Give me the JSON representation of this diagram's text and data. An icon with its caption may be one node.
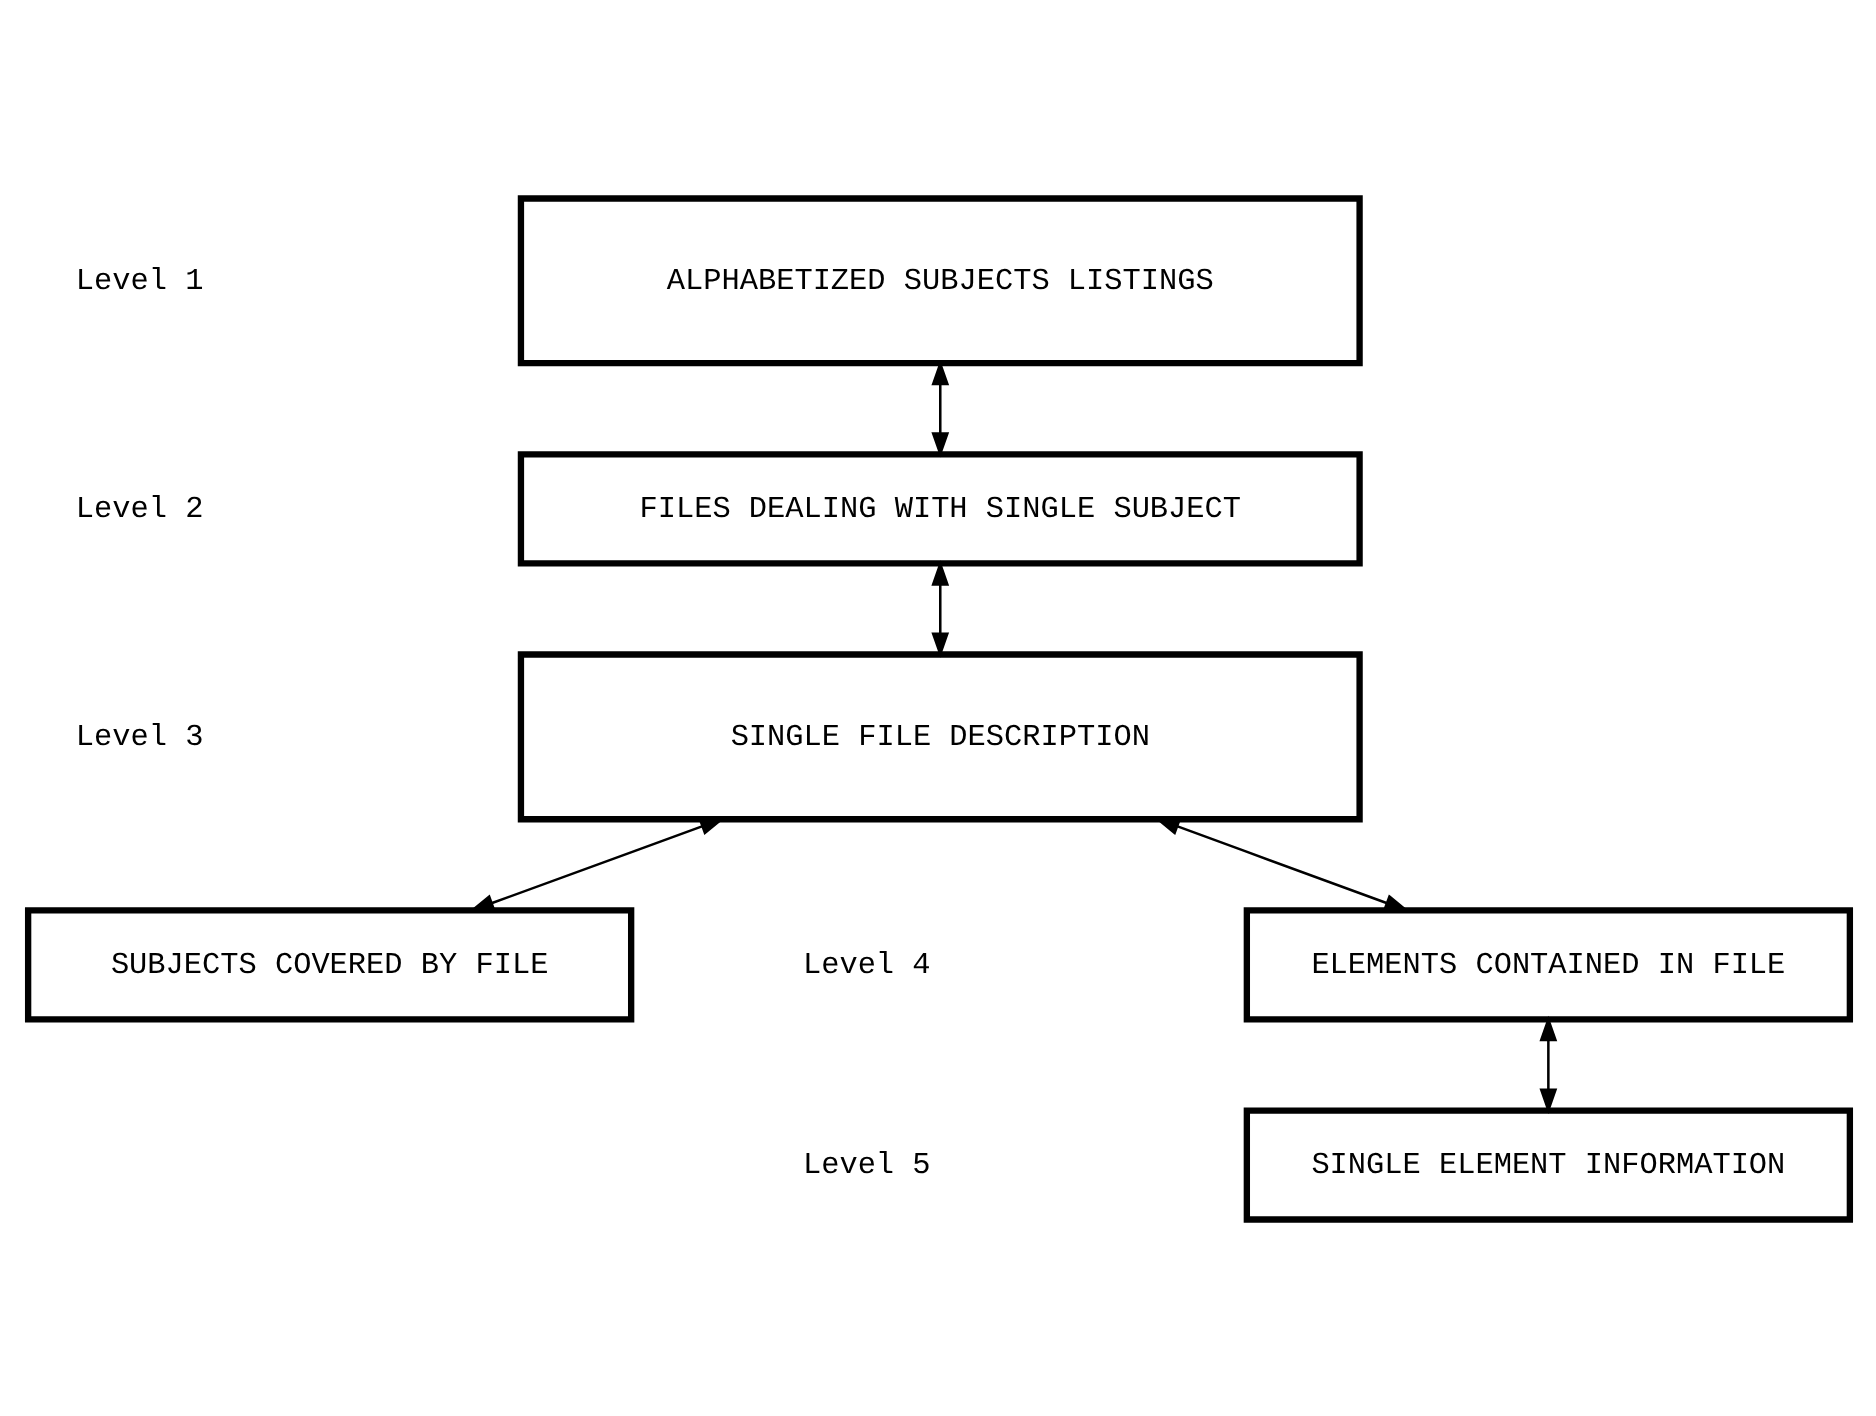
{
  "diagram": {
    "nodes": [
      {
        "text": [
          "ALPHABETIZED SUBJECTS LISTINGS"
        ]
      },
      {
        "text": [
          "FILES DEALING WITH SINGLE SUBJECT"
        ]
      },
      {
        "text": [
          "SINGLE FILE DESCRIPTION"
        ]
      },
      {
        "text": [
          "ELEMENTS CONTAINED IN FILE"
        ]
      },
      {
        "text": [
          "SUBJECTS COVERED BY FILE"
        ]
      },
      {
        "text": [
          "SINGLE ELEMENT INFORMATION"
        ]
      }
    ],
    "edges": [
      {
        "from": 0,
        "to": 1,
        "arrow": "both"
      },
      {
        "from": 1,
        "to": 2,
        "arrow": "both"
      },
      {
        "from": 2,
        "to": 3,
        "arrow": "both"
      },
      {
        "from": 2,
        "to": 4,
        "arrow": "both"
      },
      {
        "from": 3,
        "to": 5,
        "arrow": "both"
      }
    ],
    "labels": [
      "Level 1",
      "Level 2",
      "Level 3",
      "Level 4",
      "Level 5"
    ]
  }
}
